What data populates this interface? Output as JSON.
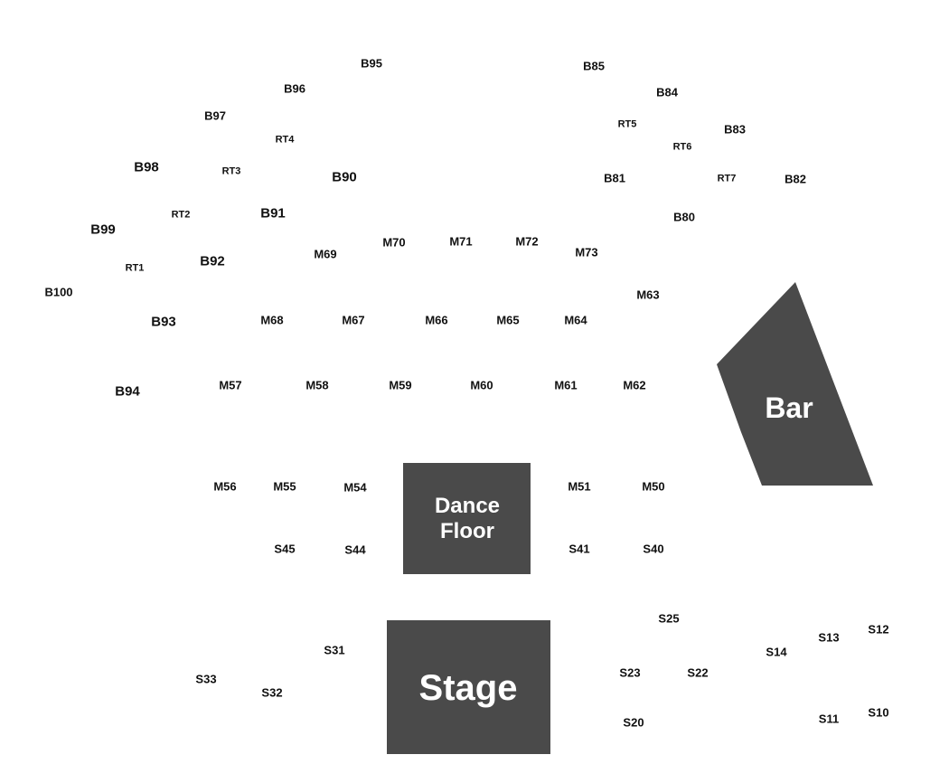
{
  "colors": {
    "landmark_fill": "#4a4a4a",
    "landmark_text": "#ffffff",
    "label_text": "#111111"
  },
  "landmarks": {
    "bar": "Bar",
    "dance_floor_line1": "Dance",
    "dance_floor_line2": "Floor",
    "stage": "Stage"
  },
  "sections": [
    "B95",
    "B85",
    "B96",
    "B84",
    "B97",
    "RT4",
    "RT5",
    "RT6",
    "B83",
    "B98",
    "RT3",
    "B90",
    "B81",
    "RT7",
    "B82",
    "RT2",
    "B91",
    "B80",
    "B99",
    "M70",
    "M71",
    "M72",
    "M69",
    "M73",
    "B92",
    "RT1",
    "B100",
    "M63",
    "B93",
    "M68",
    "M67",
    "M66",
    "M65",
    "M64",
    "B94",
    "M57",
    "M58",
    "M59",
    "M60",
    "M61",
    "M62",
    "M56",
    "M55",
    "M54",
    "M51",
    "M50",
    "S45",
    "S44",
    "S41",
    "S40",
    "S25",
    "S12",
    "S13",
    "S31",
    "S14",
    "S33",
    "S23",
    "S22",
    "S32",
    "S20",
    "S11",
    "S10"
  ]
}
